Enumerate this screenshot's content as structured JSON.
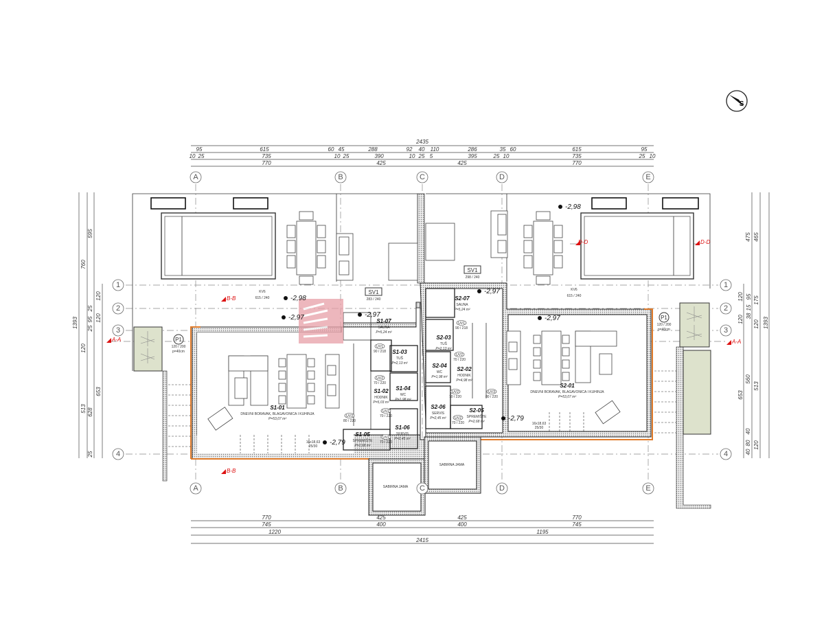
{
  "colors": {
    "wall_outline_accent": "#e07b2a",
    "planter": "#dde2cc",
    "section_marker": "#dd1111",
    "watermark": "#e8a0a8"
  },
  "compass": {
    "label": "S"
  },
  "grid": {
    "columns": [
      "A",
      "B",
      "C",
      "D",
      "E"
    ],
    "rows": [
      "1",
      "2",
      "3",
      "4"
    ]
  },
  "dims_top": {
    "total": "2435",
    "row1": [
      "95",
      "615",
      "60",
      "45",
      "288",
      "92",
      "40",
      "110",
      "286",
      "35",
      "60",
      "615",
      "95"
    ],
    "row2": [
      "10",
      "25",
      "735",
      "10",
      "25",
      "390",
      "10",
      "25",
      "5",
      "395",
      "25",
      "10",
      "735",
      "25",
      "10"
    ],
    "row3": [
      "770",
      "425",
      "425",
      "770"
    ]
  },
  "dims_bottom": {
    "row1": [
      "770",
      "425",
      "425",
      "770"
    ],
    "row2": [
      "745",
      "400",
      "400",
      "745"
    ],
    "row3": [
      "1220",
      "1195"
    ],
    "total": "2415"
  },
  "dims_left": [
    "1393",
    "760",
    "595",
    "513",
    "628",
    "653",
    "120",
    "120",
    "120",
    "25",
    "95",
    "25",
    "25"
  ],
  "dims_right": [
    "475",
    "465",
    "120",
    "95",
    "175",
    "1393",
    "120",
    "15",
    "38",
    "120",
    "560",
    "513",
    "653",
    "40",
    "80",
    "120",
    "40"
  ],
  "levels": [
    "-2,98",
    "-2,98",
    "-2,97",
    "-2,97",
    "-2,97",
    "-2,97",
    "-2,79",
    "-2,79"
  ],
  "sections": [
    "B-B",
    "B-B",
    "A-A",
    "A-A",
    "D-D"
  ],
  "windows": [
    {
      "tag": "SV1",
      "size": "283 / 240"
    },
    {
      "tag": "SV1",
      "size": "298 / 240"
    },
    {
      "tag": "KV6",
      "size": "615 / 240"
    },
    {
      "tag": "KV6",
      "size": "615 / 240"
    },
    {
      "tag": "P1",
      "size": "120 / 200",
      "note": "p=40cm"
    },
    {
      "tag": "P1",
      "size": "120 / 200",
      "note": "p=40cm"
    }
  ],
  "rooms": [
    {
      "id": "S1-01",
      "name": "DNEVNI BORAVAK, BLAGAVONICA I KUHINJA",
      "area": "P=53,07 m²"
    },
    {
      "id": "S1-02",
      "name": "HODNIK",
      "area": "P=5,03 m²"
    },
    {
      "id": "S1-03",
      "name": "TUŠ",
      "area": "P=2,13 m²"
    },
    {
      "id": "S1-04",
      "name": "WC",
      "area": "P=1,98 m²"
    },
    {
      "id": "S1-05",
      "name": "SPREMIŠTE",
      "area": "P=2,68 m²"
    },
    {
      "id": "S1-06",
      "name": "SERVIS",
      "area": "P=2,45 m²"
    },
    {
      "id": "S1-07",
      "name": "SAUNA",
      "area": "P=5,24 m²"
    },
    {
      "id": "S2-01",
      "name": "DNEVNI BORAVAK, BLAGAVONICA I KUHINJA",
      "area": "P=53,07 m²"
    },
    {
      "id": "S2-02",
      "name": "HODNIK",
      "area": "P=4,98 m²"
    },
    {
      "id": "S2-03",
      "name": "TUŠ",
      "area": "P=2,13 m²"
    },
    {
      "id": "S2-04",
      "name": "WC",
      "area": "P=1,98 m²"
    },
    {
      "id": "S2-05",
      "name": "SPREMIŠTE",
      "area": "P=2,68 m²"
    },
    {
      "id": "S2-06",
      "name": "SERVIS",
      "area": "P=2,45 m²"
    },
    {
      "id": "S2-07",
      "name": "SAUNA",
      "area": "P=5,24 m²"
    }
  ],
  "doors": [
    {
      "tag": "UV1",
      "size": "90 / 218"
    },
    {
      "tag": "UV2",
      "size": "70 / 220"
    },
    {
      "tag": "UV3",
      "size": "80 / 220"
    },
    {
      "tag": "UV2",
      "size": "70 / 220"
    },
    {
      "tag": "UV2",
      "size": "70 / 220"
    },
    {
      "tag": "UV1",
      "size": "90 / 218"
    },
    {
      "tag": "UV2",
      "size": "70 / 220"
    },
    {
      "tag": "UV2",
      "size": "70 / 220"
    },
    {
      "tag": "UV3",
      "size": "80 / 220"
    },
    {
      "tag": "UV2",
      "size": "70 / 220"
    }
  ],
  "stairs": [
    "16x18,63",
    "25/30",
    "16x18,63",
    "25/30"
  ],
  "tanks": [
    "SABIRNA JAMA",
    "SABIRNA JAMA"
  ]
}
